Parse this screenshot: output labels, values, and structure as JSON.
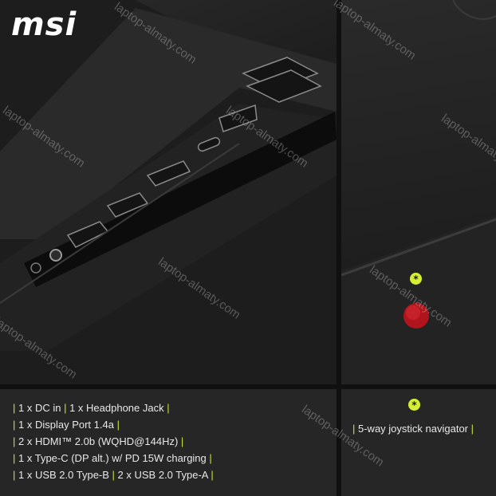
{
  "brand": {
    "logo_text": "msi"
  },
  "specs": {
    "lines": [
      [
        "1 x DC in",
        "1 x Headphone Jack"
      ],
      [
        "1 x Display Port 1.4a"
      ],
      [
        "2 x HDMI™ 2.0b (WQHD@144Hz)"
      ],
      [
        "1 x Type-C (DP alt.) w/ PD 15W charging"
      ],
      [
        "1 x USB 2.0 Type-B",
        "2 x USB 2.0 Type-A"
      ]
    ]
  },
  "joystick": {
    "label": "5-way joystick navigator",
    "badge_symbol": "*"
  },
  "watermark": {
    "text": "laptop-almaty.com"
  },
  "colors": {
    "accent": "#d6ee35",
    "joystick": "#b0141c",
    "text": "#e8e8e8"
  }
}
